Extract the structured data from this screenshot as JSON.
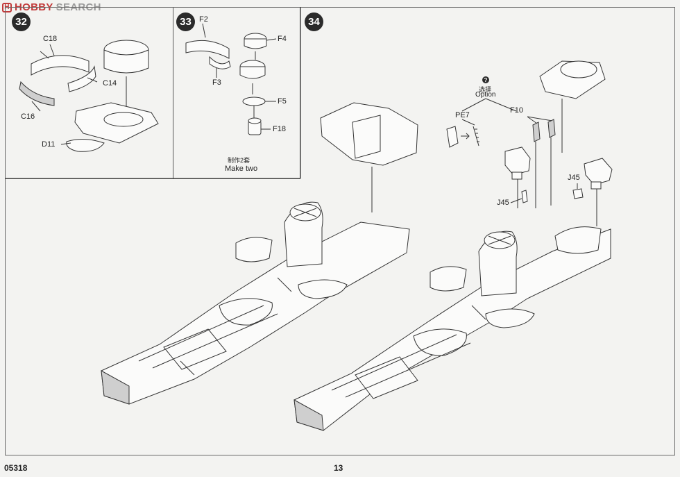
{
  "watermark": {
    "brand": "HOBBY",
    "suffix": "SEARCH"
  },
  "steps": [
    {
      "number": "32",
      "parts": [
        "C18",
        "C14",
        "C16",
        "D11"
      ]
    },
    {
      "number": "33",
      "parts": [
        "F2",
        "F3",
        "F4",
        "F5",
        "F18"
      ],
      "note_zh": "制作2套",
      "note_en": "Make two"
    },
    {
      "number": "34",
      "parts": [
        "PE7",
        "F10",
        "J45",
        "J45"
      ],
      "option_zh": "选择",
      "option_en": "Option"
    }
  ],
  "footer": {
    "code": "05318",
    "page": "13"
  },
  "icons": [
    "option-question-icon",
    "arrow-icon"
  ]
}
